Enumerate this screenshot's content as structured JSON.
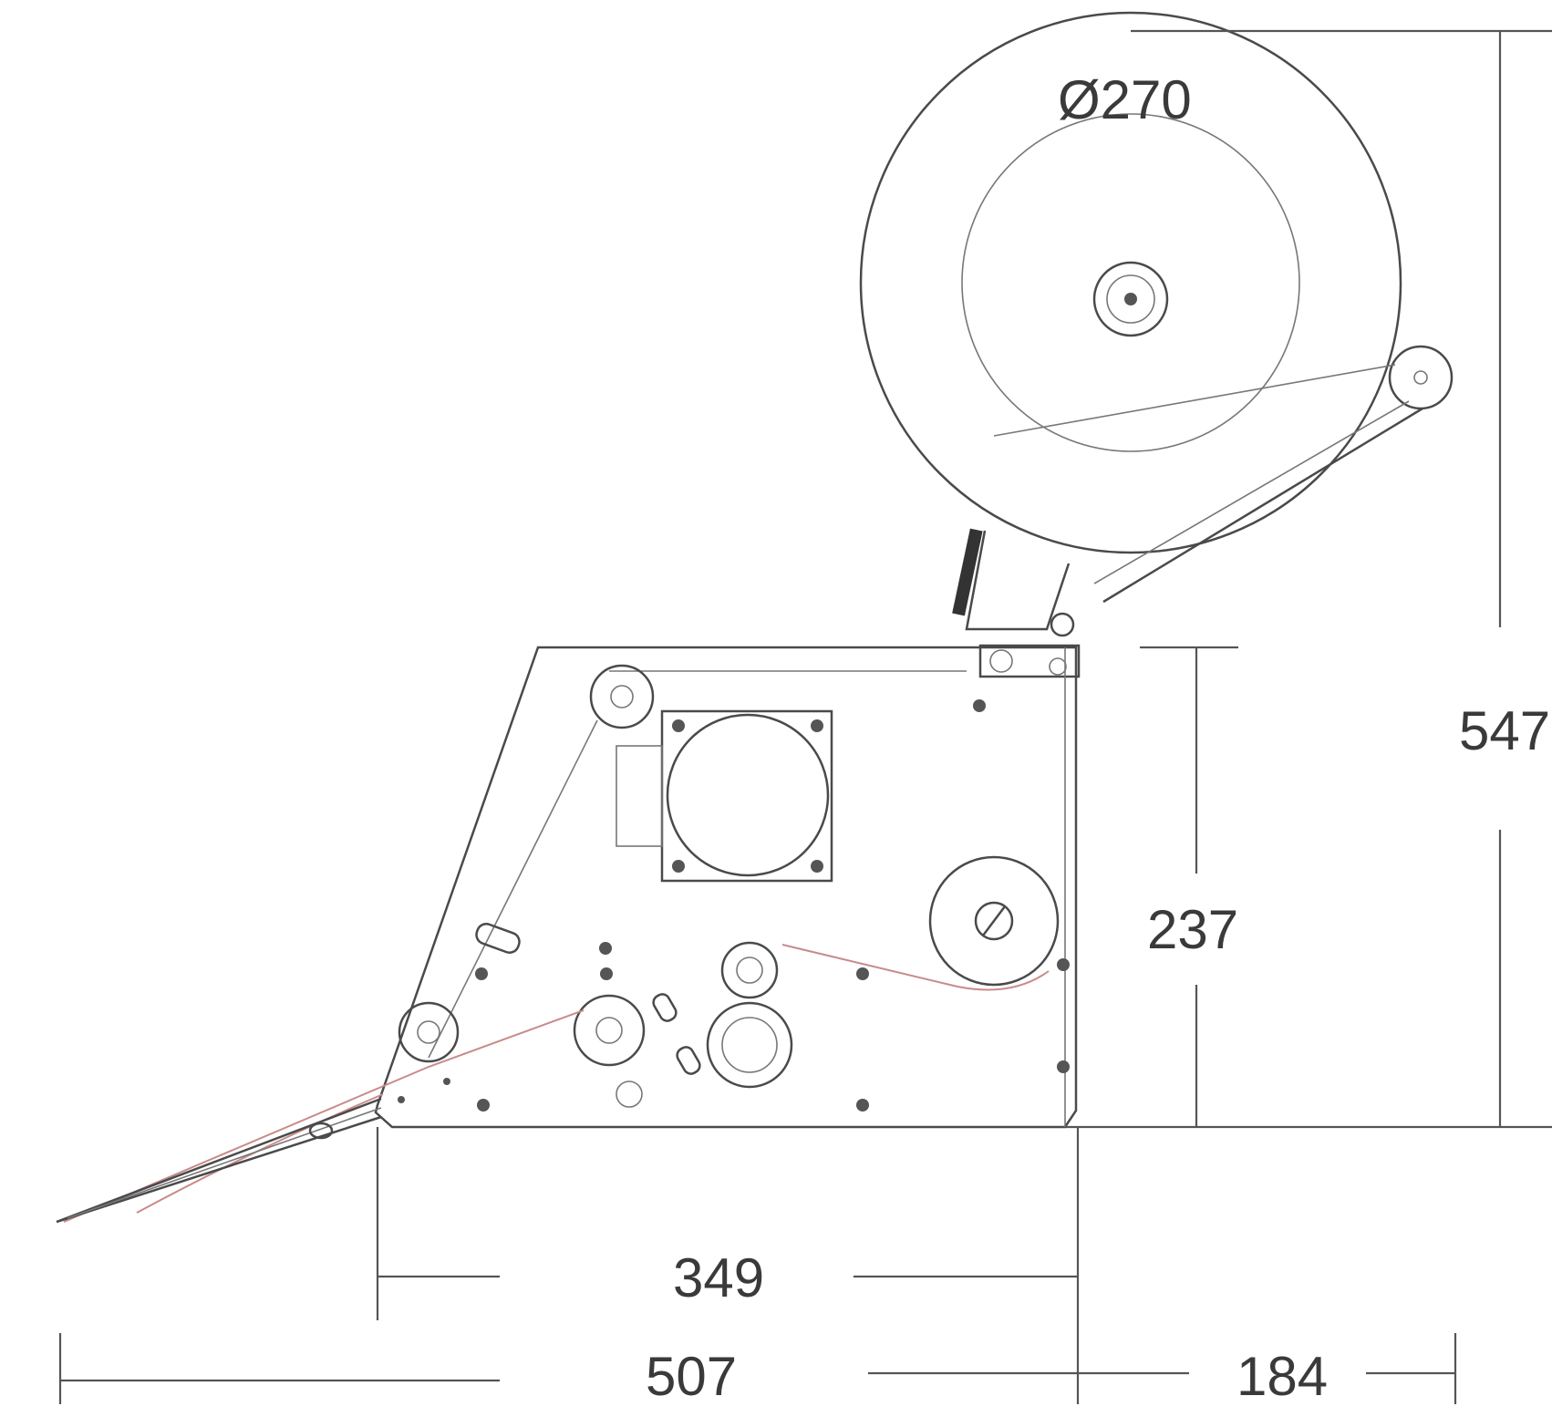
{
  "dimensions": {
    "reel_diameter": "Ø270",
    "total_height": "547",
    "body_height": "237",
    "body_width": "349",
    "left_width": "507",
    "right_width": "184"
  },
  "colors": {
    "line": "#4a4a4a",
    "web": "#c98a8a",
    "background": "#ffffff"
  }
}
